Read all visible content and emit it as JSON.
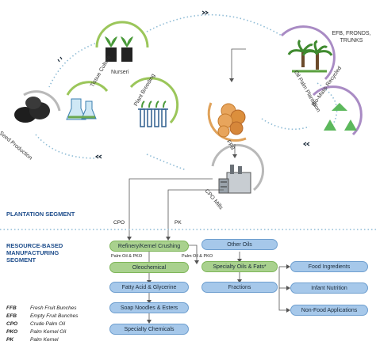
{
  "stages": {
    "nurseri": "Nurseri",
    "seed_production": "Seed Production",
    "tissue_culture": "Tissue Culture",
    "plant_breeding": "Plant Breeding",
    "oil_palm_plantation": "Oil Palm Plantation",
    "bio_mass_recycled": "Bio-Mass Recycled",
    "ffb": "FFB",
    "cpo_mills": "CPO Mills",
    "efb_note_line1": "EFB, FRONDS,",
    "efb_note_line2": "TRUNKS"
  },
  "segments": {
    "plantation": "PLANTATION SEGMENT",
    "resource_line1": "RESOURCE-BASED",
    "resource_line2": "MANUFACTURING",
    "resource_line3": "SEGMENT"
  },
  "flow_labels": {
    "cpo": "CPO",
    "pk": "PK",
    "palm_oil_pko_left": "Palm Oil & PKO",
    "palm_oil_pko_right": "Palm Oil & PKO"
  },
  "boxes": {
    "refinery": "Refinery/Kernel Crushing",
    "oleochemical": "Oleochemical",
    "fatty_acid": "Fatty Acid & Glycerine",
    "soap_noodles": "Soap Noodles & Esters",
    "specialty_chemicals": "Specialty Chemicals",
    "other_oils": "Other Oils",
    "specialty_oils": "Specialty Oils & Fats*",
    "fractions": "Fractions",
    "food_ingredients": "Food Ingredients",
    "infant_nutrition": "Infant Nutrition",
    "non_food": "Non-Food Applications"
  },
  "legend": [
    {
      "abbr": "FFB",
      "meaning": "Fresh Fruit Bunches"
    },
    {
      "abbr": "EFB",
      "meaning": "Empty Fruit Bunches"
    },
    {
      "abbr": "CPO",
      "meaning": "Crude Palm Oil"
    },
    {
      "abbr": "PKO",
      "meaning": "Palm Kernel Oil"
    },
    {
      "abbr": "PK",
      "meaning": "Palm Kernel"
    }
  ],
  "colors": {
    "green": "#a9d18e",
    "blue": "#a6c8ea",
    "ring_green": "#9bc65a",
    "ring_purple": "#a98bc4",
    "ring_orange": "#e0a25a",
    "ring_gray": "#b9b9b9",
    "dotted": "#8fbcd6",
    "segment_text": "#1f4e8c"
  }
}
